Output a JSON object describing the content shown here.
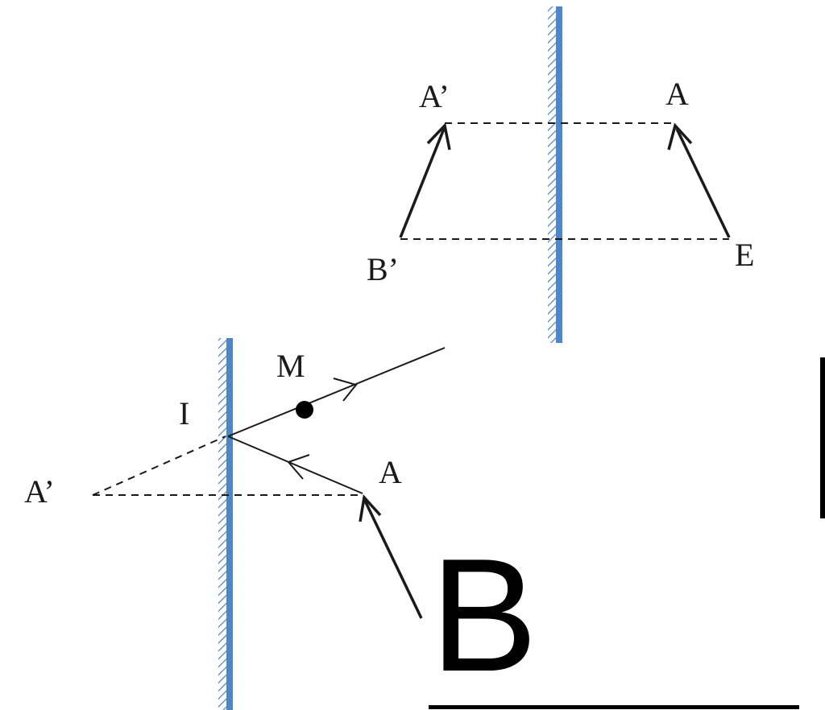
{
  "colors": {
    "mirror": "#4f86c6",
    "ink": "#1a1a1a",
    "background": "#ffffff"
  },
  "diagram_top": {
    "labels": {
      "image_top": "A’",
      "object_top": "A",
      "image_base": "B’",
      "object_base": "E"
    }
  },
  "diagram_bottom": {
    "labels": {
      "incidence_point": "I",
      "observer": "M",
      "image": "A’",
      "object_top": "A"
    }
  },
  "answer_letter": "B"
}
